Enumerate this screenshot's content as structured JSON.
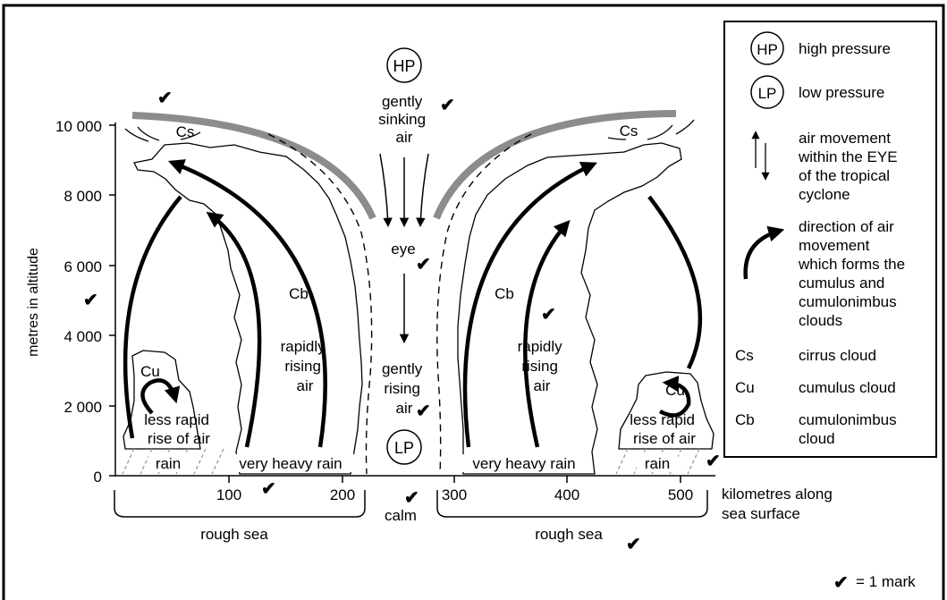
{
  "axis": {
    "y_title": "metres in altitude",
    "y_ticks": [
      "10 000",
      "8 000",
      "6 000",
      "4 000",
      "2 000",
      "0"
    ],
    "x_ticks": [
      "100",
      "200",
      "300",
      "400",
      "500"
    ],
    "x_title_line1": "kilometres along",
    "x_title_line2": "sea surface"
  },
  "surface": {
    "rough_sea_left": "rough sea",
    "calm": "calm",
    "rough_sea_right": "rough sea"
  },
  "labels": {
    "hp": "HP",
    "lp": "LP",
    "gently_sinking": [
      "gently",
      "sinking",
      "air"
    ],
    "eye": "eye",
    "gently_rising": [
      "gently",
      "rising",
      "air"
    ],
    "cs": "Cs",
    "cb": "Cb",
    "cu": "Cu",
    "rapidly_rising": [
      "rapidly",
      "rising",
      "air"
    ],
    "less_rapid": [
      "less rapid",
      "rise of air"
    ],
    "rain": "rain",
    "very_heavy_rain": "very heavy rain"
  },
  "legend": {
    "hp_text": "high pressure",
    "lp_text": "low pressure",
    "eye_movement": [
      "air movement",
      "within the EYE",
      "of the tropical",
      "cyclone"
    ],
    "direction": [
      "direction of air",
      "movement",
      "which forms the",
      "cumulus and",
      "cumulonimbus",
      "clouds"
    ],
    "cs_key": "Cs",
    "cs_text": "cirrus cloud",
    "cu_key": "Cu",
    "cu_text": "cumulus cloud",
    "cb_key": "Cb",
    "cb_text": [
      "cumulonimbus",
      "cloud"
    ]
  },
  "footer": {
    "tick_symbol": "✔",
    "mark_note": "= 1 mark"
  }
}
